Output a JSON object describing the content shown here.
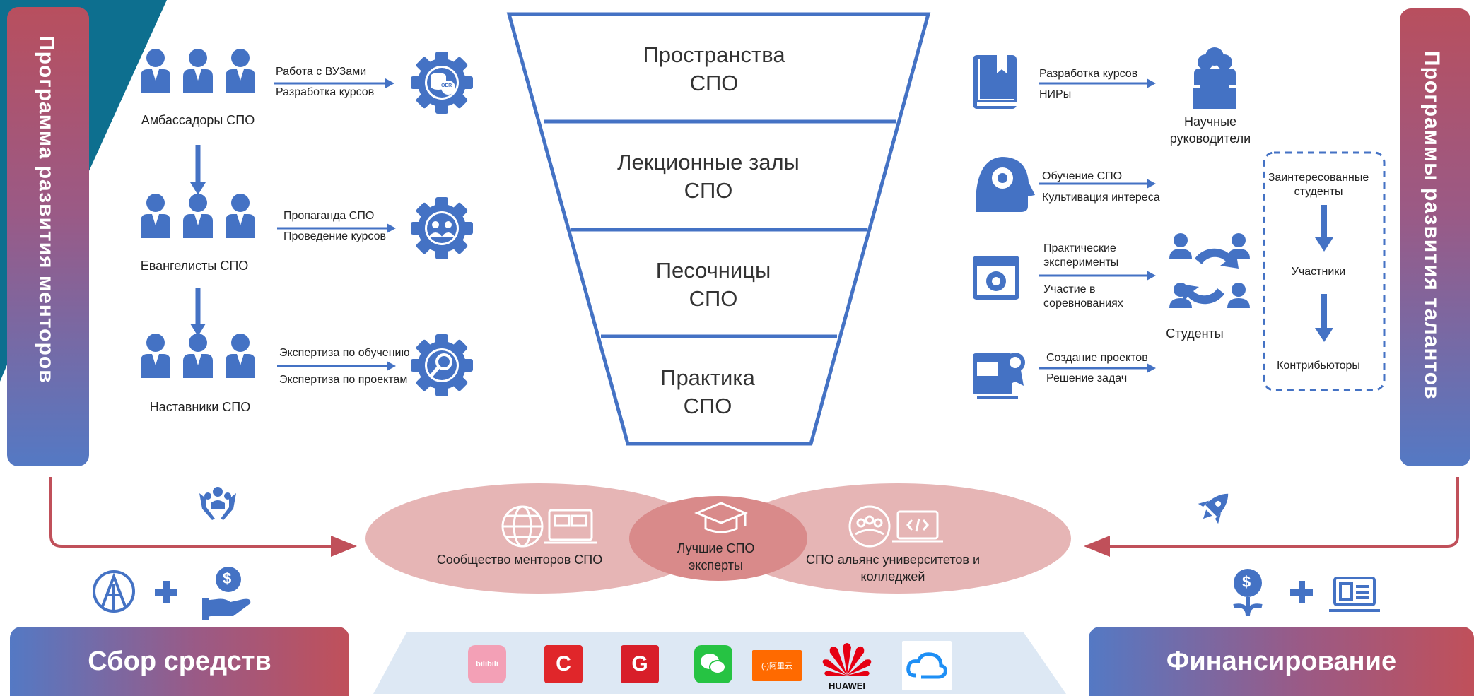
{
  "left_panel": {
    "title": "Программа развития менторов"
  },
  "right_panel": {
    "title": "Программы развития талантов"
  },
  "mentors": {
    "ambassadors": {
      "label": "Амбассадоры СПО",
      "line1": "Работа с ВУЗами",
      "line2": "Разработка курсов",
      "icon_text": "OER"
    },
    "evangelists": {
      "label": "Евангелисты СПО",
      "line1": "Пропаганда СПО",
      "line2": "Проведение курсов"
    },
    "mentors": {
      "label": "Наставники СПО",
      "line1": "Экспертиза по обучению",
      "line2": "Экспертиза по проектам"
    }
  },
  "funnel": {
    "stages": [
      {
        "line1": "Пространства",
        "line2": "СПО"
      },
      {
        "line1": "Лекционные залы",
        "line2": "СПО"
      },
      {
        "line1": "Песочницы",
        "line2": "СПО"
      },
      {
        "line1": "Практика",
        "line2": "СПО"
      }
    ]
  },
  "talents": {
    "row1": {
      "line1": "Разработка курсов",
      "line2": "НИРы",
      "target": "Научные руководители"
    },
    "row2": {
      "line1": "Обучение СПО",
      "line2": "Культивация интереса"
    },
    "row3": {
      "line1": "Практические эксперименты",
      "line2": "Участие в соревнованиях",
      "target": "Студенты"
    },
    "row4": {
      "line1": "Создание проектов",
      "line2": "Решение задач"
    },
    "ladder": [
      "Заинтересованные студенты",
      "Участники",
      "Контрибьюторы"
    ]
  },
  "ecosystem": {
    "left": "Сообщество менторов СПО",
    "center": "Лучшие СПО эксперты",
    "right": "СПО альянс университетов и колледжей"
  },
  "bottom": {
    "left": "Сбор средств",
    "right": "Финансирование",
    "plus": "+",
    "dollar": "$"
  },
  "logos": [
    {
      "name": "bilibili",
      "text": "bilibili",
      "color": "#f3a0b6"
    },
    {
      "name": "csdn",
      "text": "C",
      "color": "#e0262a"
    },
    {
      "name": "gitee",
      "text": "G",
      "color": "#d81e29"
    },
    {
      "name": "wechat",
      "text": "",
      "color": "#26c343"
    },
    {
      "name": "alibaba-cloud",
      "text": "(-)阿里云",
      "color": "#ff6a00"
    },
    {
      "name": "huawei",
      "text": "HUAWEI",
      "color": "#e60012"
    },
    {
      "name": "tencent-cloud",
      "text": "",
      "color": "#1e8ff5"
    }
  ],
  "colors": {
    "accent_blue": "#4472c4",
    "accent_red": "#c0505a",
    "ellipse": "#e6b5b5",
    "ellipse_center": "#d98a8a"
  }
}
